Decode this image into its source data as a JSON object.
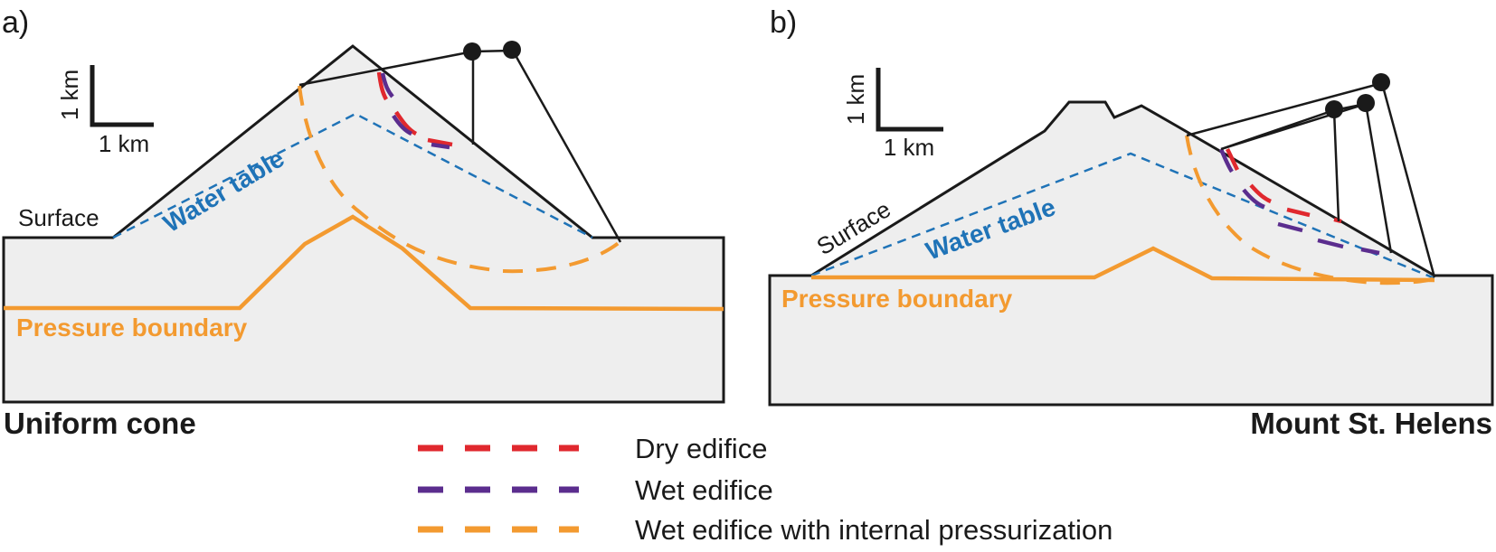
{
  "colors": {
    "ground": "#eeeeee",
    "outline": "#1a1a1a",
    "water_table": "#1f73b7",
    "pressure": "#f39a30",
    "dry": "#e0282e",
    "wet": "#5b2d8e"
  },
  "panel_a": {
    "letter": "a)",
    "scale_vertical": "1 km",
    "scale_horizontal": "1 km",
    "surface_label": "Surface",
    "water_table_label": "Water table",
    "pressure_label": "Pressure boundary",
    "title": "Uniform cone"
  },
  "panel_b": {
    "letter": "b)",
    "scale_vertical": "1 km",
    "scale_horizontal": "1 km",
    "surface_label": "Surface",
    "water_table_label": "Water table",
    "pressure_label": "Pressure boundary",
    "title": "Mount St. Helens"
  },
  "legend": [
    {
      "label": "Dry edifice",
      "color": "#e0282e"
    },
    {
      "label": "Wet edifice",
      "color": "#5b2d8e"
    },
    {
      "label": "Wet edifice with internal pressurization",
      "color": "#f39a30"
    }
  ]
}
